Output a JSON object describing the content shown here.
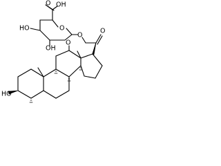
{
  "labels": {
    "acid_carbonyl_o": "O",
    "acid_oh": "OH",
    "c4_ho": "HO",
    "c3_oh": "OH",
    "ring_o": "O",
    "linker_o": "O",
    "ketone_o": "O",
    "ring_ketone_o": "O",
    "stereo_h1": "H",
    "stereo_h2": "H",
    "stereo_h3": "H",
    "stereo_h4": "H",
    "ho_3": "HO"
  }
}
